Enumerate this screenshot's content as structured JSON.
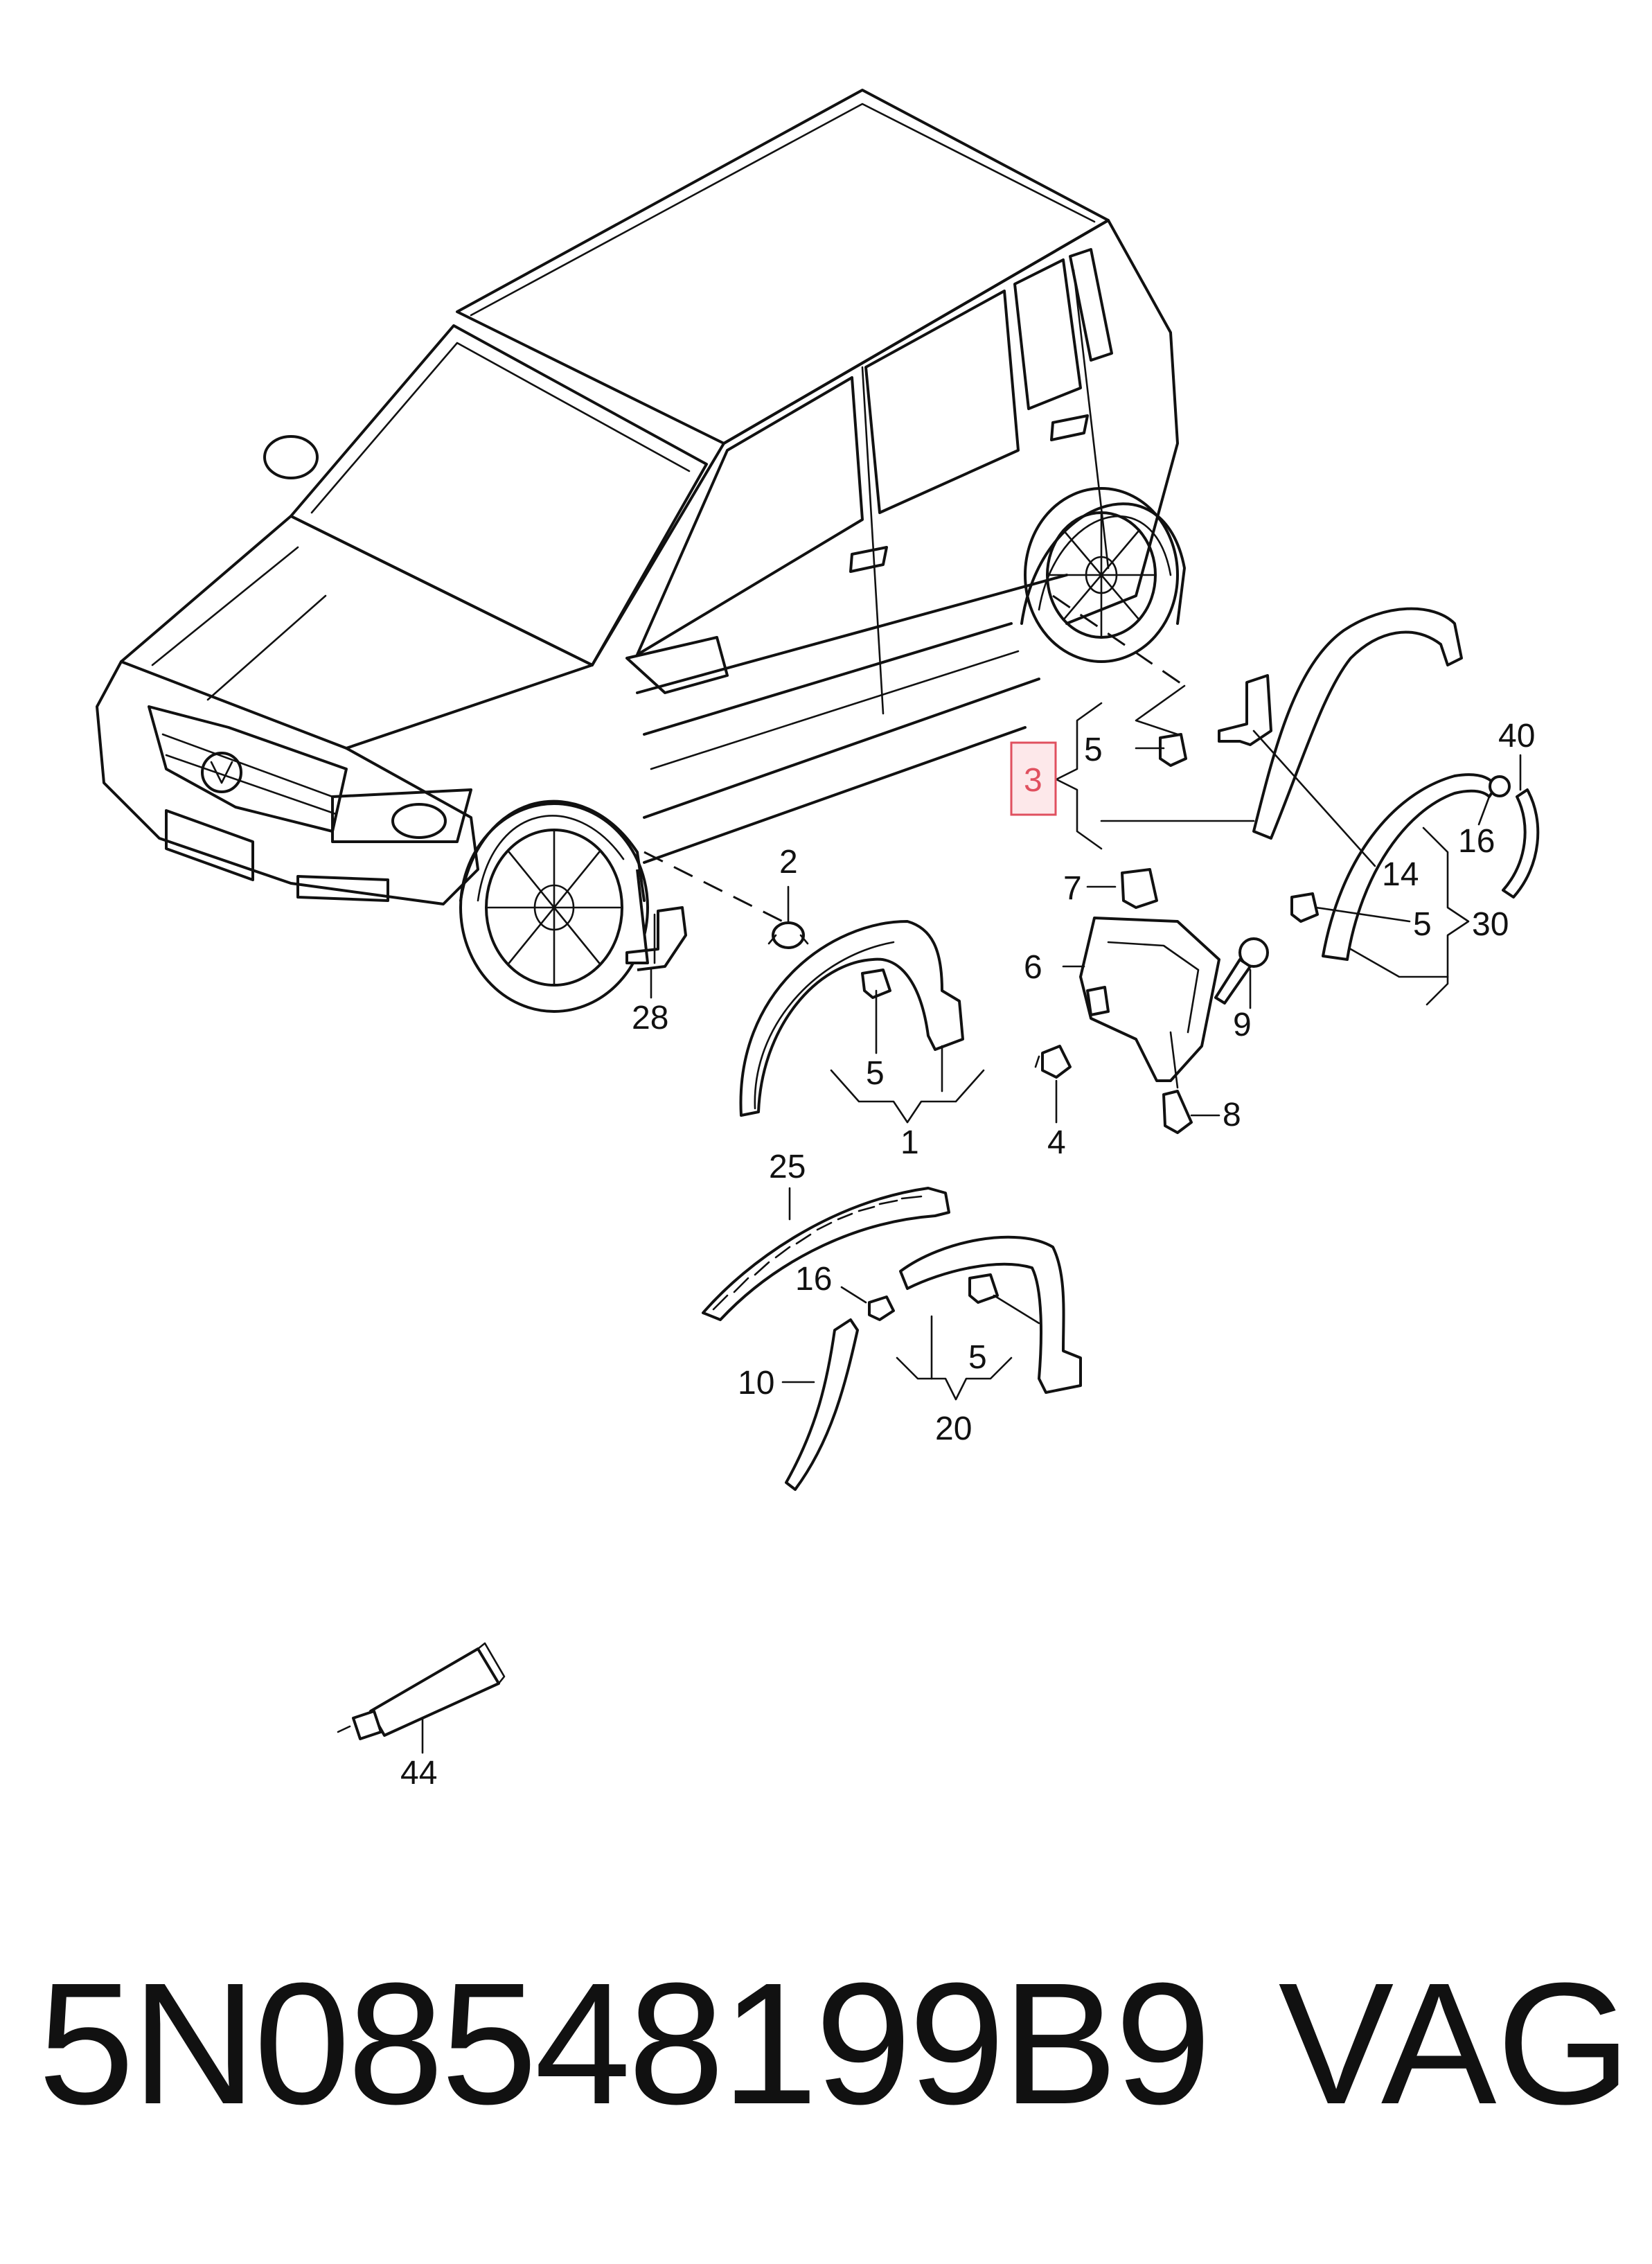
{
  "diagram": {
    "callouts": {
      "c1": "1",
      "c2": "2",
      "c3": "3",
      "c4": "4",
      "c5a": "5",
      "c5b": "5",
      "c5c": "5",
      "c5d": "5",
      "c6": "6",
      "c7": "7",
      "c8": "8",
      "c9": "9",
      "c10": "10",
      "c14": "14",
      "c16a": "16",
      "c16b": "16",
      "c20": "20",
      "c25": "25",
      "c28": "28",
      "c30": "30",
      "c40": "40",
      "c44": "44"
    },
    "highlighted_callout": "3",
    "highlight_color": "#e0505f"
  },
  "footer": {
    "part_number": "5N08548199B9",
    "brand": "VAG"
  }
}
